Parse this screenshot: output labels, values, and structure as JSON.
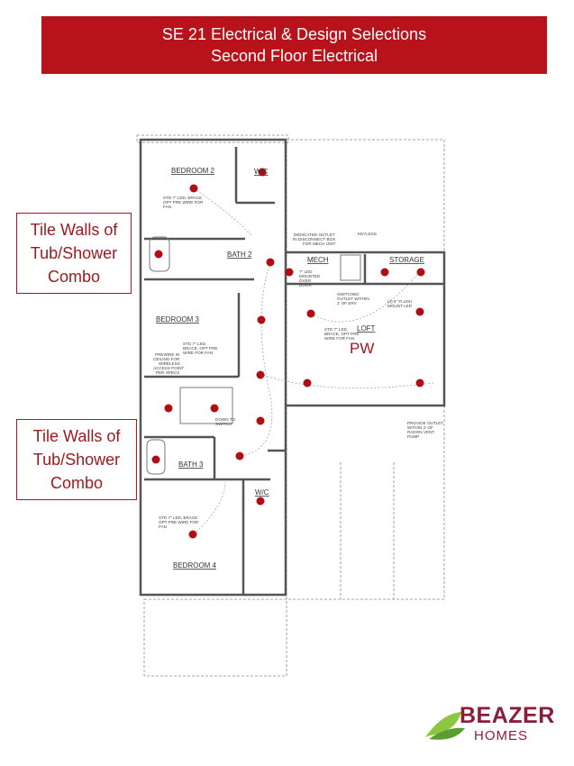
{
  "header": {
    "line1": "SE 21 Electrical & Design Selections",
    "line2": "Second Floor Electrical"
  },
  "callouts": [
    {
      "text": "Tile Walls of Tub/Shower Combo"
    },
    {
      "text": "Tile Walls of Tub/Shower Combo"
    }
  ],
  "rooms": {
    "bedroom2": "BEDROOM 2",
    "wc": "W/C",
    "bath2": "BATH 2",
    "mech": "MECH",
    "storage": "STORAGE",
    "loft": "LOFT",
    "bedroom3": "BEDROOM 3",
    "bath3": "BATH 3",
    "wic": "W/C",
    "bedroom4": "BEDROOM 4",
    "pw": "PW"
  },
  "notes": {
    "bed2_led": [
      "STD 7\" LED, BRACE",
      "OPT PRE WIRE FOR",
      "FAN"
    ],
    "mech_outlet": [
      "DEDICATED OUTLET",
      "IN DISCONNECT BOX",
      "FOR MECH UNIT"
    ],
    "keyless": "KEYLESS",
    "mech_led": [
      "7\" LED",
      "MOUNTED",
      "OVER",
      "DOOR"
    ],
    "switched": [
      "SWITCHED",
      "OUTLET WITHIN",
      "2' OF ERV"
    ],
    "flush": [
      "(4) 5\" FLUSH",
      "MOUNT LED"
    ],
    "loft_led": [
      "STD 7\" LED,",
      "BRACE, OPT PRE",
      "WIRE FOR FAN"
    ],
    "bed3_led": [
      "STD 7\" LED,",
      "BRACE, OPT PRE",
      "WIRE FOR FAN"
    ],
    "prewire": [
      "PREWIRE IN",
      "CEILING FOR",
      "WIRELESS",
      "ACCESS POINT",
      "PER SPECS"
    ],
    "down": [
      "DOWN TO",
      "SWITCH"
    ],
    "radon": [
      "PROVIDE OUTLET",
      "WITHIN 2' OF",
      "RADON VENT",
      "PUMP"
    ],
    "bed4_led": [
      "STD 7\" LED, BRACE",
      "OPT PRE WIRE FOR",
      "FAN"
    ]
  },
  "logo": {
    "brand": "BEAZER",
    "sub": "HOMES"
  },
  "colors": {
    "accent": "#b8121b",
    "brand": "#8c1d3a",
    "leaf": "#7ab648"
  }
}
